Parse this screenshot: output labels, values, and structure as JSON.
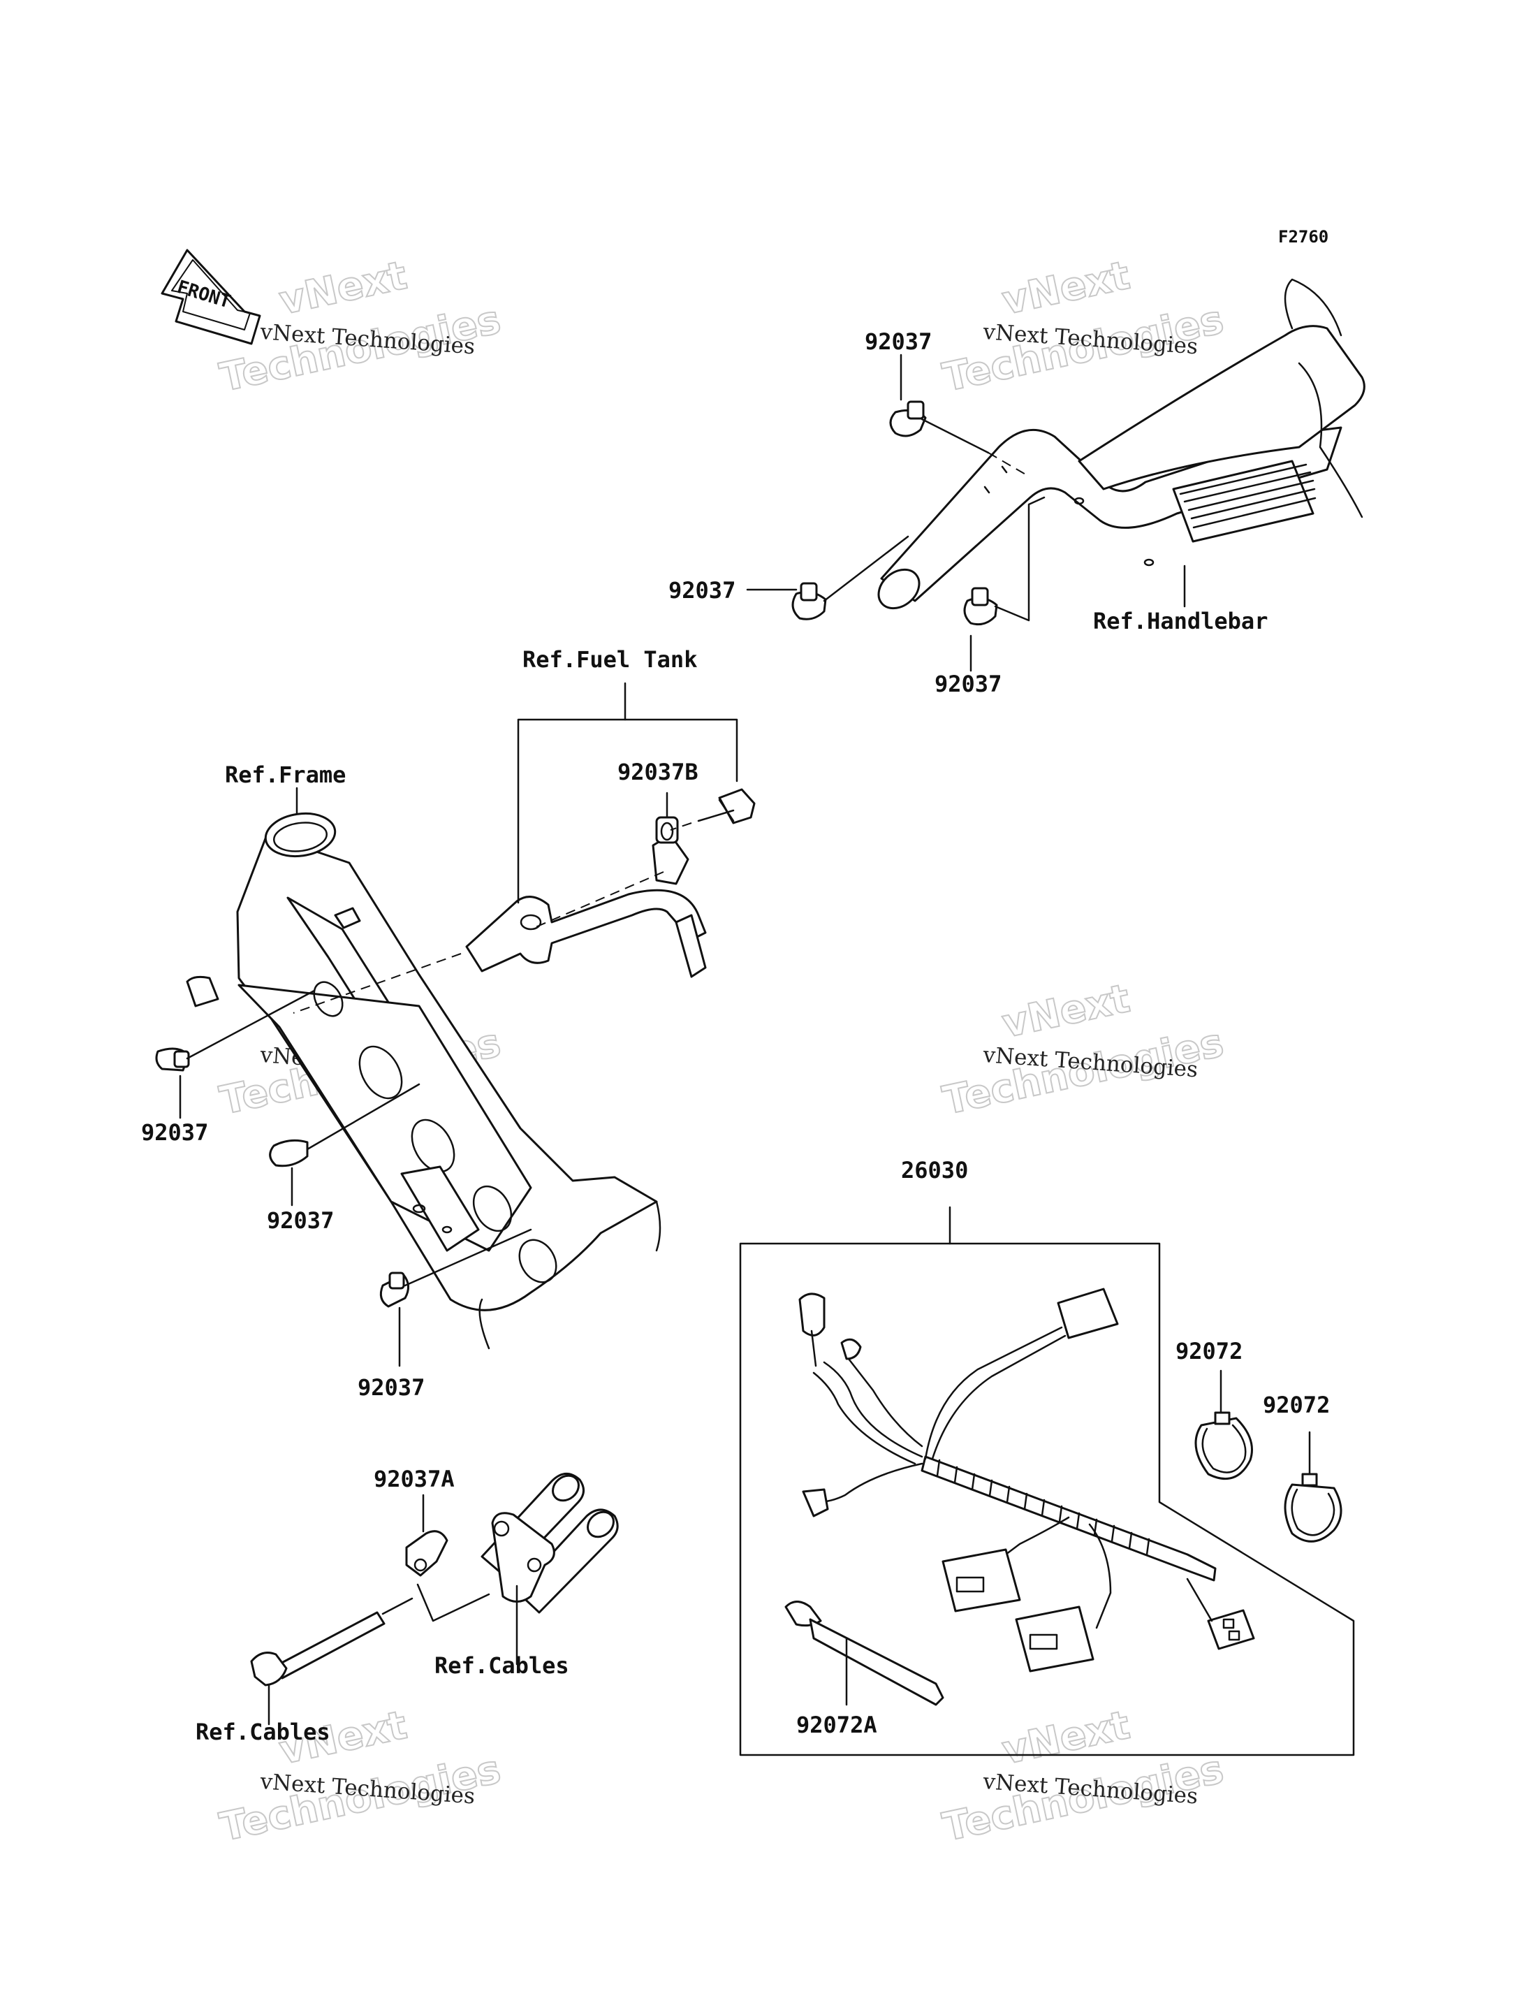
{
  "figure_code": "F2760",
  "front_arrow_label": "FRONT",
  "watermark": {
    "line1": "vNext Technologies",
    "line2": "vNext",
    "line3": "Technologies"
  },
  "labels": {
    "clamp_top": "92037",
    "clamp_handlebar_left": "92037",
    "clamp_handlebar_right": "92037",
    "ref_handlebar": "Ref.Handlebar",
    "ref_fuel_tank": "Ref.Fuel Tank",
    "clamp_b": "92037B",
    "ref_frame": "Ref.Frame",
    "clamp_frame_1": "92037",
    "clamp_frame_2": "92037",
    "clamp_frame_3": "92037",
    "clamp_a": "92037A",
    "ref_cables_right": "Ref.Cables",
    "ref_cables_left": "Ref.Cables",
    "harness": "26030",
    "band_1": "92072",
    "band_2": "92072",
    "band_a": "92072A"
  }
}
